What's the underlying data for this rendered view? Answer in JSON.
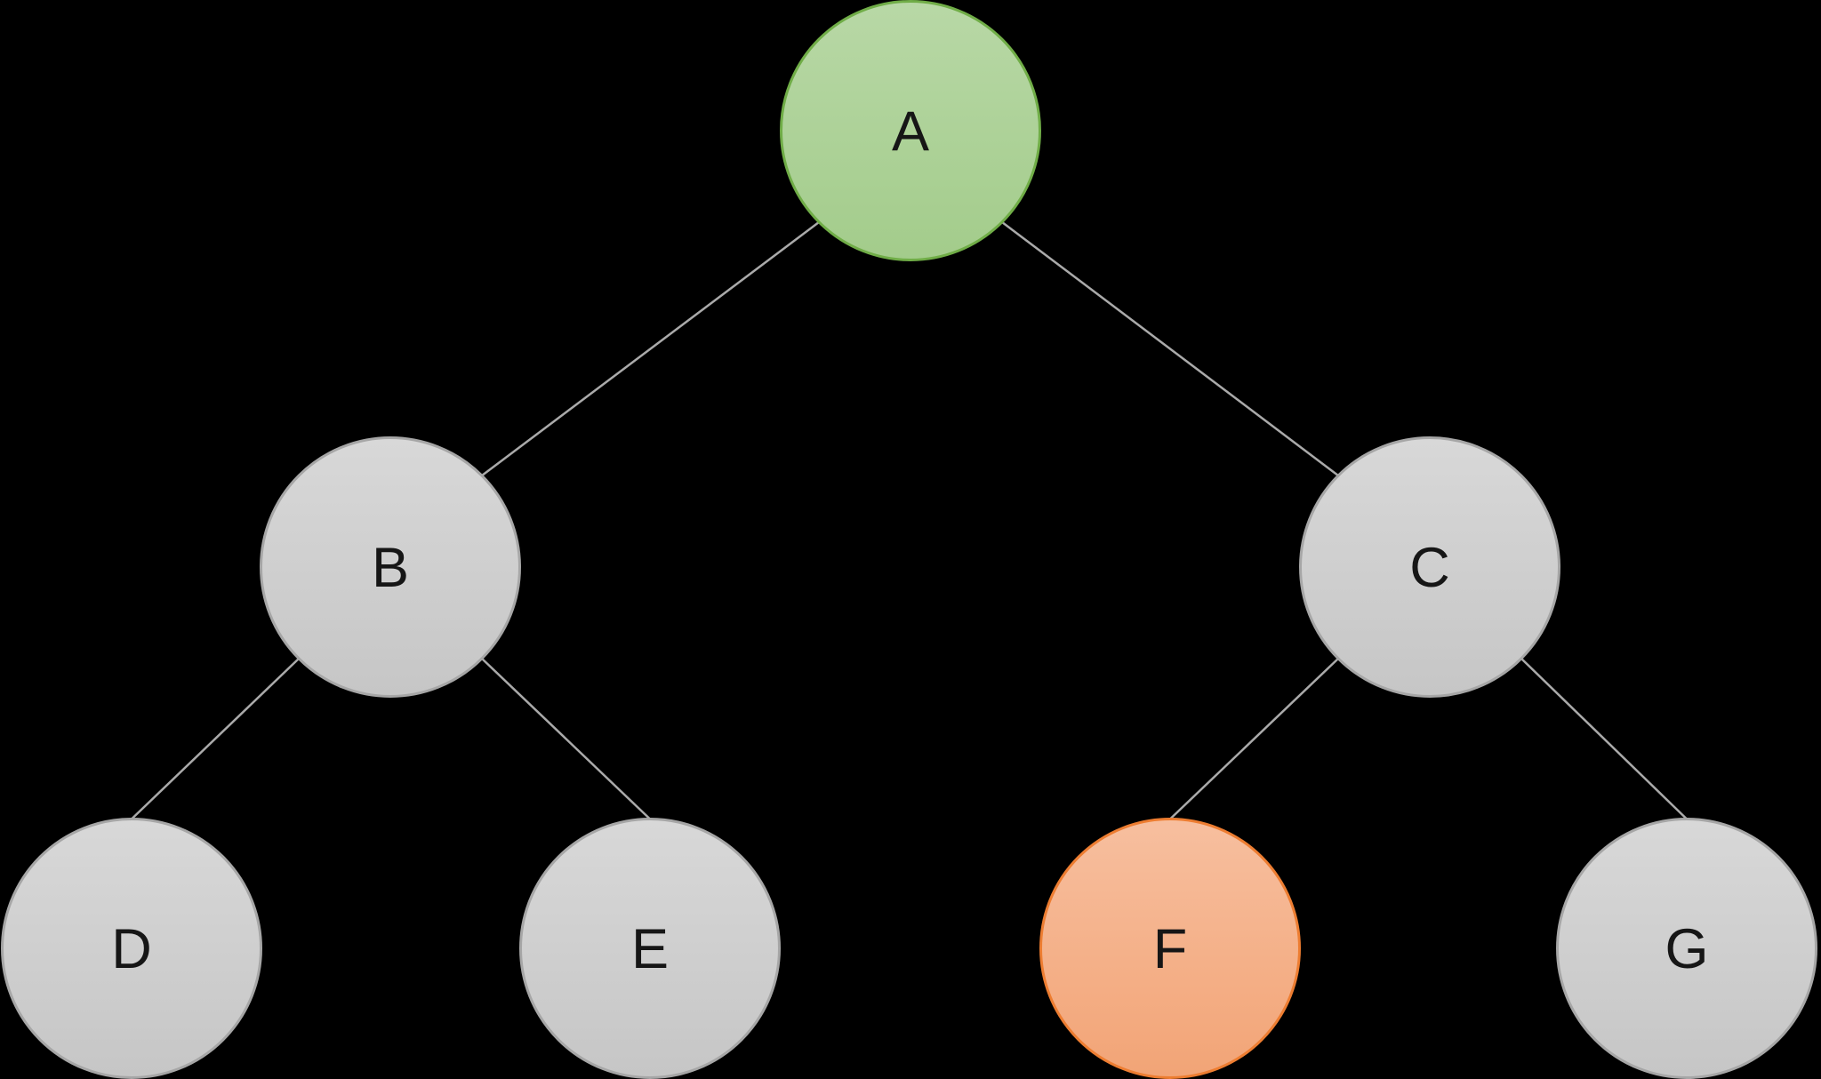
{
  "diagram": {
    "title": "binary-tree",
    "background": "#000000",
    "colors": {
      "edge": "#aaaaaa",
      "text": "#161616",
      "green_fill_top": "#b8d8a6",
      "green_fill_bottom": "#a3cc8b",
      "green_border": "#70ad47",
      "gray_fill_top": "#d8d8d8",
      "gray_fill_bottom": "#c6c6c6",
      "gray_border": "#a6a6a6",
      "orange_fill_top": "#f7bf9f",
      "orange_fill_bottom": "#f2a476",
      "orange_border": "#ed7d31"
    },
    "nodes": [
      {
        "id": "A",
        "label": "A",
        "level": 0,
        "kind": "green"
      },
      {
        "id": "B",
        "label": "B",
        "level": 1,
        "kind": "gray"
      },
      {
        "id": "C",
        "label": "C",
        "level": 1,
        "kind": "gray"
      },
      {
        "id": "D",
        "label": "D",
        "level": 2,
        "kind": "gray"
      },
      {
        "id": "E",
        "label": "E",
        "level": 2,
        "kind": "gray"
      },
      {
        "id": "F",
        "label": "F",
        "level": 2,
        "kind": "orange"
      },
      {
        "id": "G",
        "label": "G",
        "level": 2,
        "kind": "gray"
      }
    ],
    "edges": [
      {
        "from": "A",
        "to": "B"
      },
      {
        "from": "A",
        "to": "C"
      },
      {
        "from": "B",
        "to": "D"
      },
      {
        "from": "B",
        "to": "E"
      },
      {
        "from": "C",
        "to": "F"
      },
      {
        "from": "C",
        "to": "G"
      }
    ]
  }
}
